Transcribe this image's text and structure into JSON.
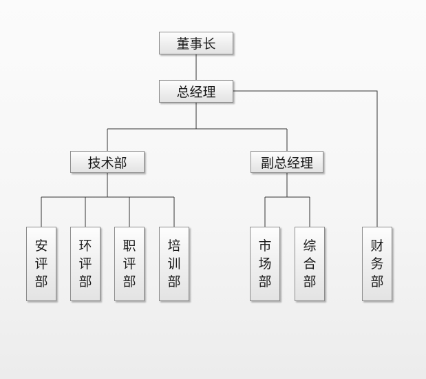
{
  "org_chart": {
    "line_color": "#333333",
    "chairman": "董事长",
    "general_manager": "总经理",
    "tech_dept": "技术部",
    "deputy_gm": "副总经理",
    "safety_eval": "安评部",
    "env_eval": "环评部",
    "occupational_eval": "职评部",
    "training": "培训部",
    "marketing": "市场部",
    "general_affairs": "综合部",
    "finance": "财务部"
  }
}
